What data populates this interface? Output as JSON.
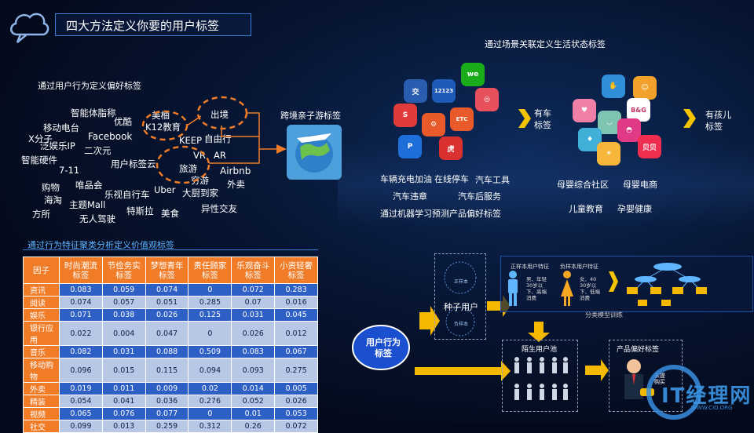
{
  "header": {
    "title": "四大方法定义你要的用户标签"
  },
  "behavior_section": {
    "label": "通过用户行为定义偏好标签",
    "words": [
      {
        "text": "智能体脂称"
      },
      {
        "text": "美柚"
      },
      {
        "text": "优酷"
      },
      {
        "text": "出境"
      },
      {
        "text": "移动电台"
      },
      {
        "text": "K12教育"
      },
      {
        "text": "Facebook"
      },
      {
        "text": "X分子"
      },
      {
        "text": "泛娱乐IP"
      },
      {
        "text": "KEEP"
      },
      {
        "text": "自由行"
      },
      {
        "text": "二次元"
      },
      {
        "text": "智能硬件"
      },
      {
        "text": "VR"
      },
      {
        "text": "AR"
      },
      {
        "text": "用户标签云"
      },
      {
        "text": "旅游"
      },
      {
        "text": "Airbnb"
      },
      {
        "text": "7-11"
      },
      {
        "text": "穷游"
      },
      {
        "text": "外卖"
      },
      {
        "text": "购物"
      },
      {
        "text": "唯品会"
      },
      {
        "text": "乐视自行车"
      },
      {
        "text": "Uber"
      },
      {
        "text": "大厨到家"
      },
      {
        "text": "海淘"
      },
      {
        "text": "主题Mall"
      },
      {
        "text": "特斯拉"
      },
      {
        "text": "异性交友"
      },
      {
        "text": "方所"
      },
      {
        "text": "美食"
      },
      {
        "text": "无人驾驶"
      }
    ],
    "result_label": "跨境亲子游标签"
  },
  "scene_section": {
    "label": "通过场景关联定义生活状态标签",
    "car_label": "有车\n标签",
    "child_label": "有孩儿\n标签",
    "car_items": [
      "车辆充电加油",
      "在线停车",
      "汽车工具",
      "汽车违章",
      "汽车后服务"
    ],
    "ml_label": "通过机器学习预测产品偏好标签",
    "child_items": [
      "母婴综合社区",
      "母婴电商",
      "儿童教育",
      "孕婴健康"
    ],
    "app_icons": [
      {
        "name": "we-icon",
        "text": "we",
        "color": "#1aad19"
      },
      {
        "name": "police-icon",
        "text": "交",
        "color": "#2a5db0"
      },
      {
        "name": "12123-icon",
        "text": "12123",
        "color": "#1e5bb8"
      },
      {
        "name": "map-icon",
        "text": "◎",
        "color": "#e8505b"
      },
      {
        "name": "car-service-icon",
        "text": "S",
        "color": "#e23b3b"
      },
      {
        "name": "wrench-icon",
        "text": "⚙",
        "color": "#e85a2a"
      },
      {
        "name": "etc-icon",
        "text": "ETC",
        "color": "#e85a2a"
      },
      {
        "name": "etcp-icon",
        "text": "P",
        "color": "#1e6fd9"
      },
      {
        "name": "tiger-icon",
        "text": "虎",
        "color": "#d93030"
      }
    ]
  },
  "feature_section": {
    "label": "通过行为特征聚类分析定义价值观标签",
    "columns": [
      "因子",
      "时尚潮流\n标签",
      "节俭务实\n标签",
      "梦想青年\n标签",
      "责任顾家\n标签",
      "乐观奋斗\n标签",
      "小资轻奢\n标签"
    ],
    "rows": [
      {
        "factor": "资讯",
        "values": [
          "0.083",
          "0.059",
          "0.074",
          "0",
          "0.072",
          "0.283"
        ]
      },
      {
        "factor": "阅读",
        "values": [
          "0.074",
          "0.057",
          "0.051",
          "0.285",
          "0.07",
          "0.016"
        ]
      },
      {
        "factor": "娱乐",
        "values": [
          "0.071",
          "0.038",
          "0.026",
          "0.125",
          "0.031",
          "0.045"
        ]
      },
      {
        "factor": "银行应用",
        "values": [
          "0.022",
          "0.004",
          "0.047",
          "0",
          "0.026",
          "0.012"
        ]
      },
      {
        "factor": "音乐",
        "values": [
          "0.082",
          "0.031",
          "0.088",
          "0.509",
          "0.083",
          "0.067"
        ]
      },
      {
        "factor": "移动购物",
        "values": [
          "0.096",
          "0.015",
          "0.115",
          "0.094",
          "0.093",
          "0.275"
        ]
      },
      {
        "factor": "外卖",
        "values": [
          "0.019",
          "0.011",
          "0.009",
          "0.02",
          "0.014",
          "0.005"
        ]
      },
      {
        "factor": "精装",
        "values": [
          "0.054",
          "0.041",
          "0.036",
          "0.276",
          "0.052",
          "0.026"
        ]
      },
      {
        "factor": "视频",
        "values": [
          "0.065",
          "0.076",
          "0.077",
          "0",
          "0.01",
          "0.053"
        ]
      },
      {
        "factor": "社交",
        "values": [
          "0.099",
          "0.013",
          "0.259",
          "0.312",
          "0.26",
          "0.072"
        ]
      }
    ]
  },
  "flow_section": {
    "user_tag": "用户行为\n标签",
    "seed_label": "种子用户",
    "seed_a": "正样本",
    "seed_b": "负样本",
    "pos_feature": "正样本用户特征",
    "neg_feature": "负样本用户特征",
    "pos_desc": "男、年轻\n30岁以\n下、高端\n消费",
    "neg_desc": "女、40\n30岁以\n下、低端\n消费",
    "training_label": "分类模型训练",
    "stranger_label": "陌生用户池",
    "pref_label": "产品偏好标签",
    "watermark": "IT经理网",
    "watermark_en": "WWW.CIO.ORG",
    "bubble_text": "未提\n购买"
  }
}
